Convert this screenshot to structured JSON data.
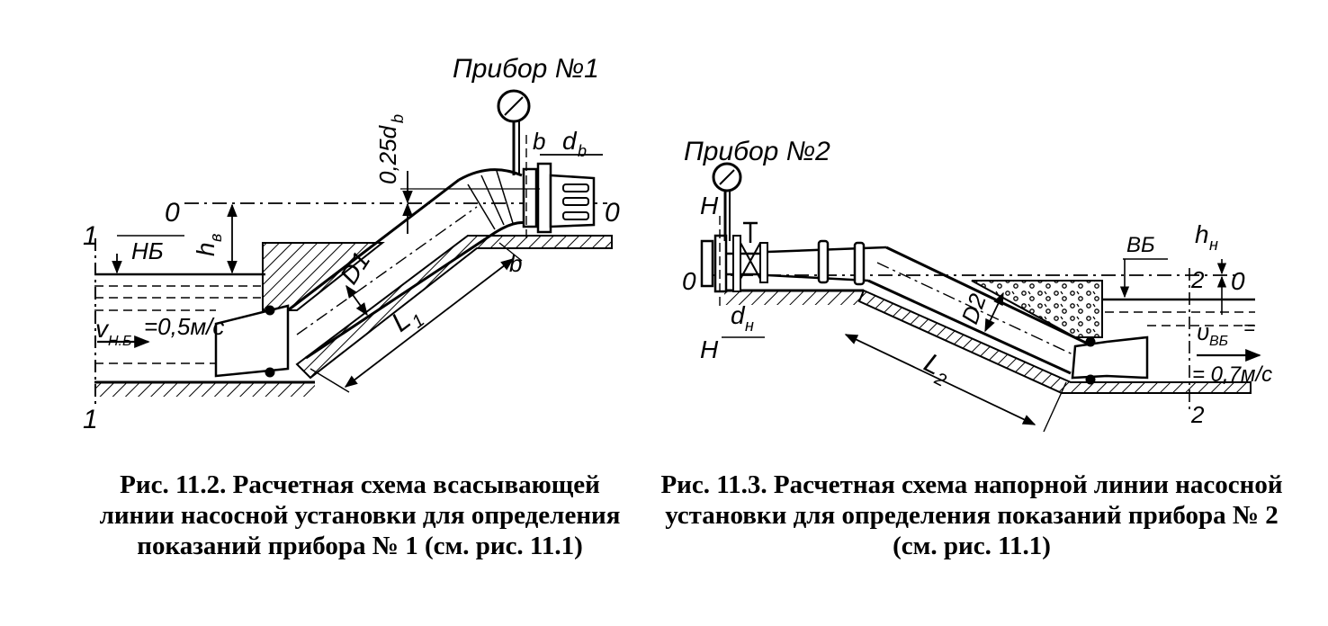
{
  "figure1": {
    "device_label": "Прибор №1",
    "section_1_top": "1",
    "section_1_bottom": "1",
    "level_0_left": "0",
    "level_0_right": "0",
    "lower_pool": "НБ",
    "h_v": "h",
    "h_v_sub": "в",
    "velocity": "v",
    "velocity_sub": "Н.Б",
    "velocity_value": "=0,5м/с",
    "offset": "0,25d",
    "offset_sub": "b",
    "diameter": "D1",
    "length": "L",
    "length_sub": "1",
    "section_b_top": "b",
    "section_b_bottom": "b",
    "d_b": "d",
    "d_b_sub": "b",
    "caption": "Рис. 11.2. Расчетная схема всасывающей линии насосной установки для определения показаний прибора № 1 (см. рис. 11.1)"
  },
  "figure2": {
    "device_label": "Прибор №2",
    "H_top": "H",
    "H_bottom": "H",
    "level_0_left": "0",
    "level_0_right": "0",
    "d_n": "d",
    "d_n_sub": "н",
    "upper_pool": "ВБ",
    "h_n": "h",
    "h_n_sub": "н",
    "section_2_top": "2",
    "section_2_bottom": "2",
    "diameter": "D2",
    "length": "L",
    "length_sub": "2",
    "velocity": "υ",
    "velocity_sub": "ВБ",
    "velocity_value_1": "=",
    "velocity_value_2": "= 0,7м/с",
    "caption": "Рис. 11.3. Расчетная схема напорной линии насосной установки для определения показаний прибора № 2 (см. рис. 11.1)"
  },
  "colors": {
    "ink": "#000000",
    "paper": "#ffffff"
  }
}
